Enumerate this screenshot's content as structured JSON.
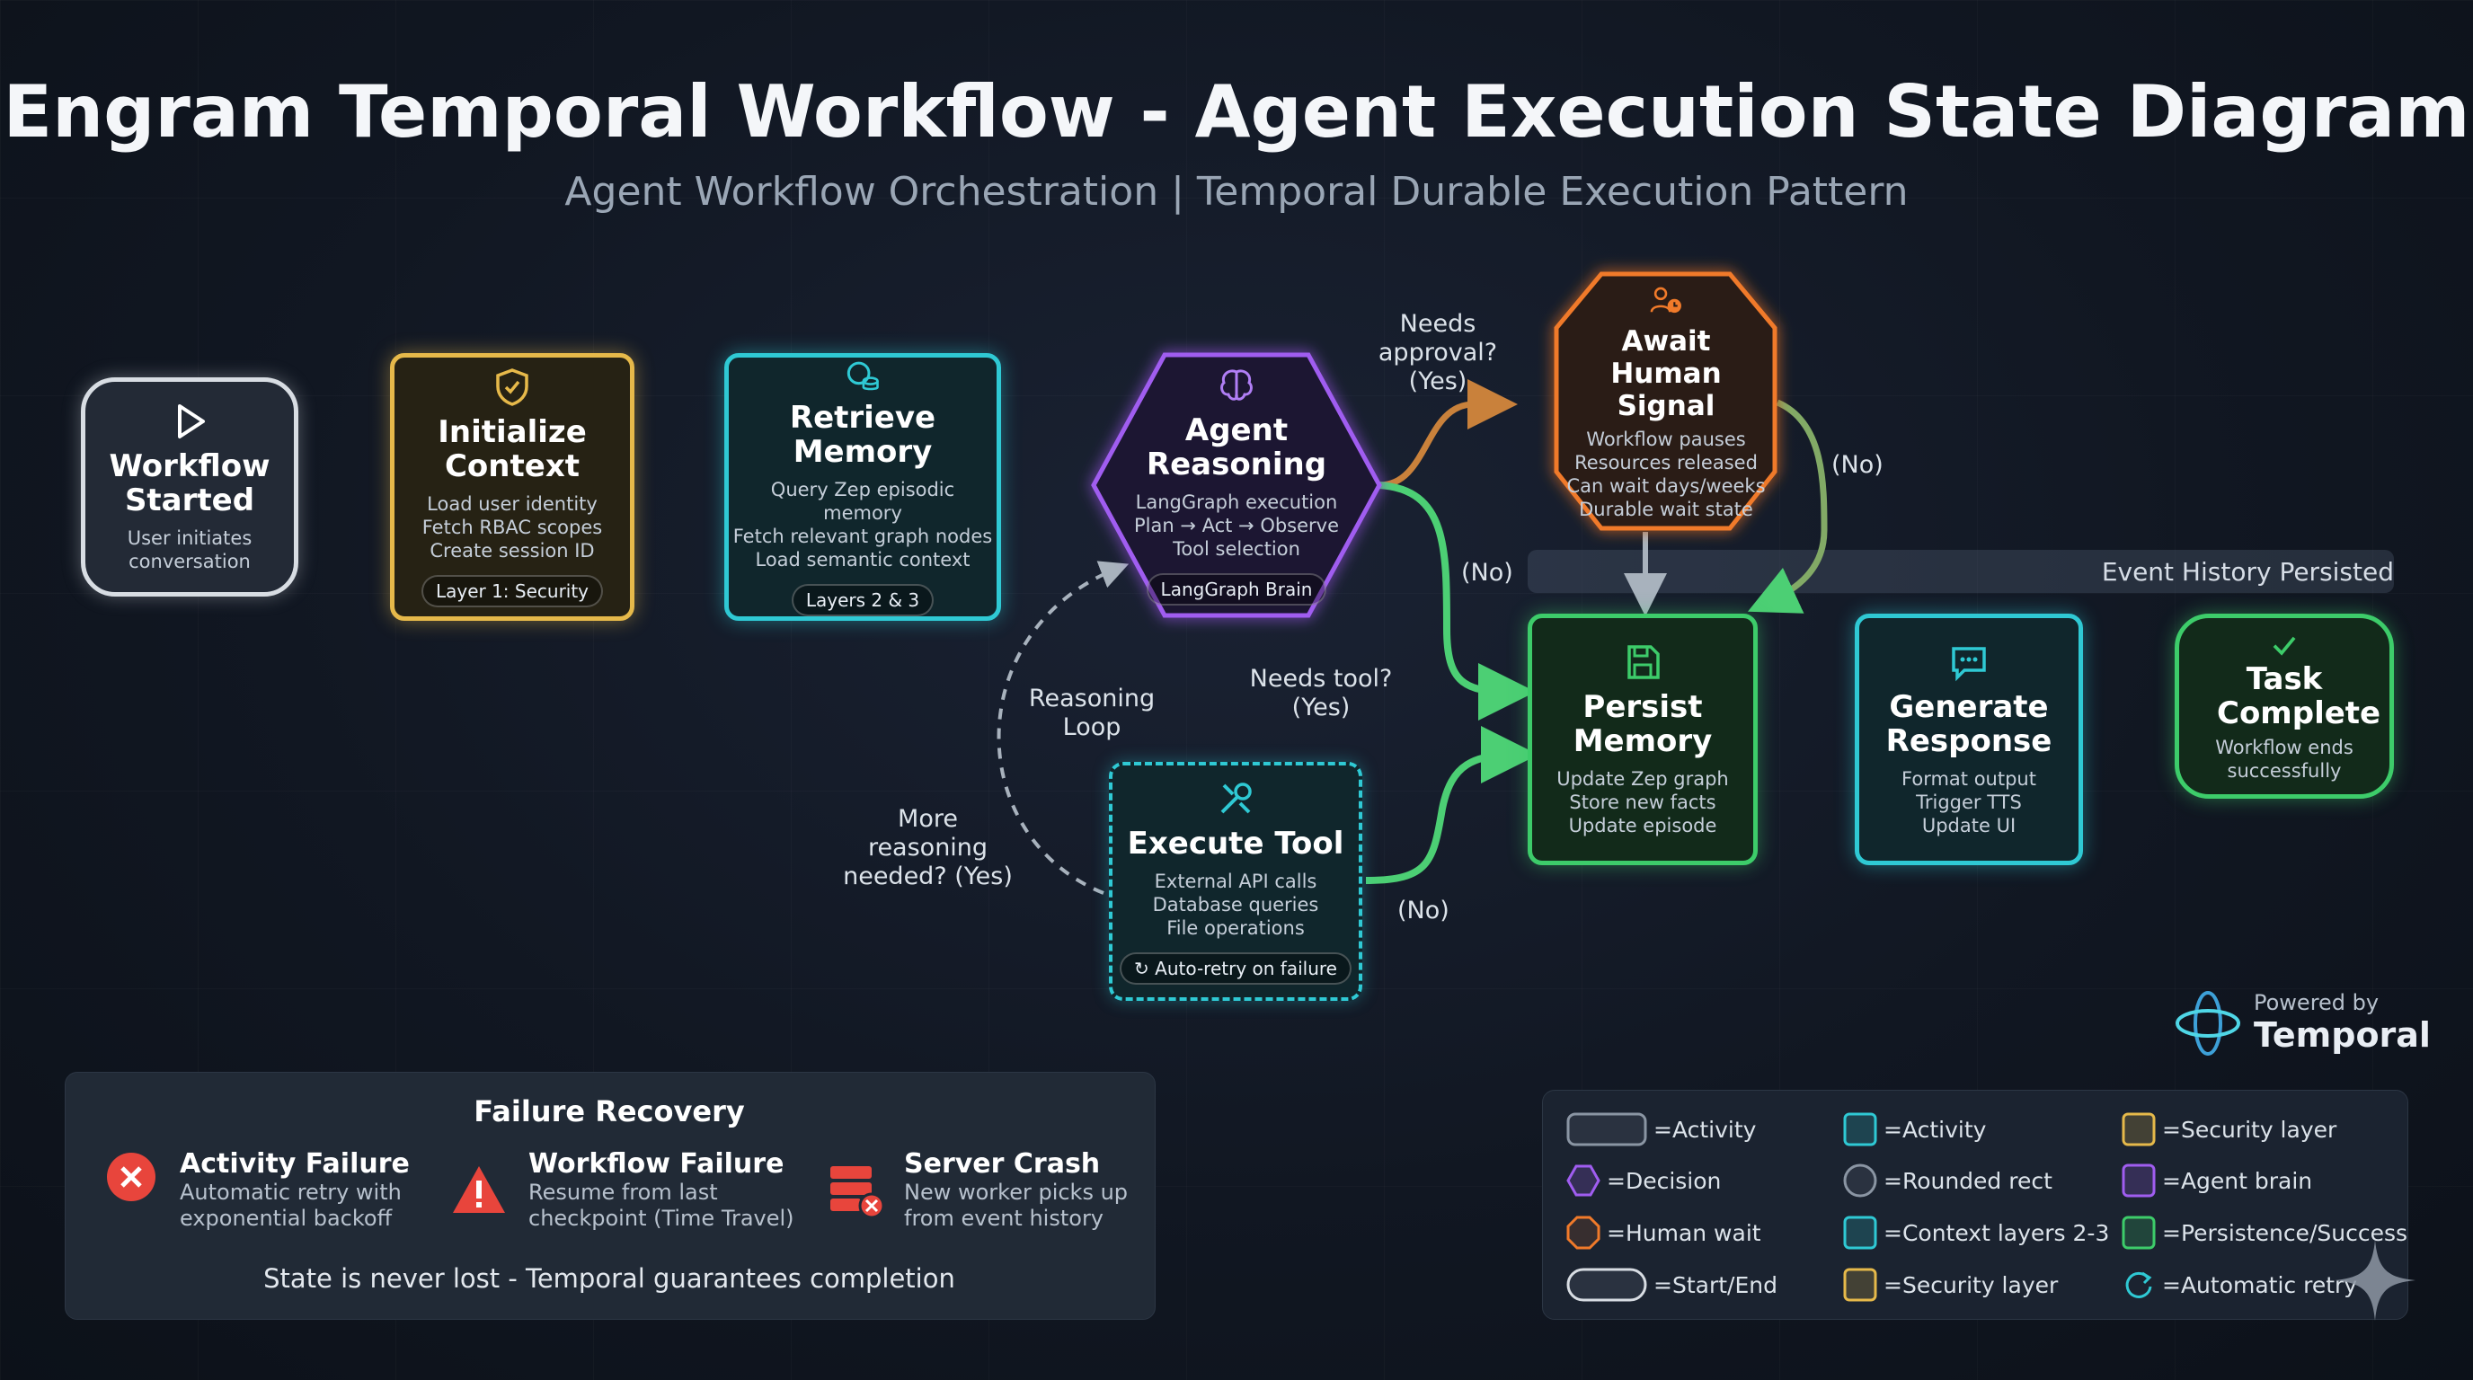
{
  "header": {
    "title": "Engram Temporal Workflow - Agent Execution State Diagram",
    "subtitle": "Agent Workflow Orchestration | Temporal Durable Execution Pattern"
  },
  "nodes": {
    "start": {
      "title": "Workflow Started",
      "desc": "User initiates conversation",
      "icon": "play-icon"
    },
    "init": {
      "title": "Initialize Context",
      "desc": [
        "Load user identity",
        "Fetch RBAC scopes",
        "Create session ID"
      ],
      "pill": "Layer 1: Security",
      "icon": "shield-icon"
    },
    "retrieve": {
      "title": "Retrieve Memory",
      "desc": [
        "Query Zep episodic memory",
        "Fetch relevant graph nodes",
        "Load semantic context"
      ],
      "pill": "Layers 2 & 3",
      "icon": "brain-db-icon"
    },
    "reason": {
      "title": "Agent Reasoning",
      "desc": [
        "LangGraph execution",
        "Plan → Act → Observe",
        "Tool selection"
      ],
      "pill": "LangGraph Brain",
      "icon": "brain-icon"
    },
    "await": {
      "title": "Await Human Signal",
      "desc": [
        "Workflow pauses",
        "Resources released",
        "Can wait days/weeks",
        "Durable wait state"
      ],
      "icon": "person-clock-icon"
    },
    "execute": {
      "title": "Execute Tool",
      "desc": [
        "External API calls",
        "Database queries",
        "File operations"
      ],
      "pill": "Auto-retry on failure",
      "icon": "tools-icon"
    },
    "persist": {
      "title": "Persist Memory",
      "desc": [
        "Update Zep graph",
        "Store new facts",
        "Update episode"
      ],
      "icon": "save-icon"
    },
    "generate": {
      "title": "Generate Response",
      "desc": [
        "Format output",
        "Trigger TTS",
        "Update UI"
      ],
      "icon": "chat-icon"
    },
    "complete": {
      "title": "Task Complete",
      "desc": "Workflow ends successfully",
      "icon": "check-icon"
    }
  },
  "edge_labels": {
    "needs_approval": "Needs approval? (Yes)",
    "no_right": "(No)",
    "no_mid": "(No)",
    "needs_tool": "Needs tool? (Yes)",
    "reasoning_loop": "Reasoning Loop",
    "more_reasoning": "More reasoning needed? (Yes)",
    "no_bottom": "(No)"
  },
  "history_bar": "Event History Persisted",
  "failure_recovery": {
    "title": "Failure Recovery",
    "items": [
      {
        "title": "Activity Failure",
        "desc": [
          "Automatic retry with",
          "exponential backoff"
        ],
        "icon": "error-circle-icon"
      },
      {
        "title": "Workflow Failure",
        "desc": [
          "Resume from last",
          "checkpoint (Time Travel)"
        ],
        "icon": "warning-icon"
      },
      {
        "title": "Server Crash",
        "desc": [
          "New worker picks up",
          "from event history"
        ],
        "icon": "server-error-icon"
      }
    ],
    "footer": "State is never lost - Temporal guarantees completion"
  },
  "legend": [
    {
      "label": "=Activity",
      "shape": "rect",
      "color": "#8a95a3"
    },
    {
      "label": "=Activity",
      "shape": "square",
      "color": "#2fc9d4"
    },
    {
      "label": "=Security layer",
      "shape": "square",
      "color": "#e6b94a"
    },
    {
      "label": "=Decision",
      "shape": "hexagon",
      "color": "#a05df0"
    },
    {
      "label": "=Rounded rect",
      "shape": "circle",
      "color": "#8a95a3"
    },
    {
      "label": "=Agent brain",
      "shape": "square",
      "color": "#a05df0"
    },
    {
      "label": "=Human wait",
      "shape": "octagon",
      "color": "#f07a2a"
    },
    {
      "label": "=Context layers 2-3",
      "shape": "square",
      "color": "#2fc9d4"
    },
    {
      "label": "=Persistence/Success",
      "shape": "square",
      "color": "#3dcc6a"
    },
    {
      "label": "=Start/End",
      "shape": "pill",
      "color": "#d8dde3"
    },
    {
      "label": "=Security layer",
      "shape": "square",
      "color": "#e6b94a"
    },
    {
      "label": "=Automatic retry",
      "shape": "retry",
      "color": "#2fc9d4"
    }
  ],
  "powered_by": {
    "label": "Powered by",
    "name": "Temporal",
    "icon": "temporal-logo-icon"
  },
  "colors": {
    "start": "#d8dde3",
    "security": "#e6b94a",
    "context": "#2fc9d4",
    "brain": "#a05df0",
    "human": "#f07a2a",
    "persist": "#3dcc6a",
    "error": "#e8453c"
  }
}
